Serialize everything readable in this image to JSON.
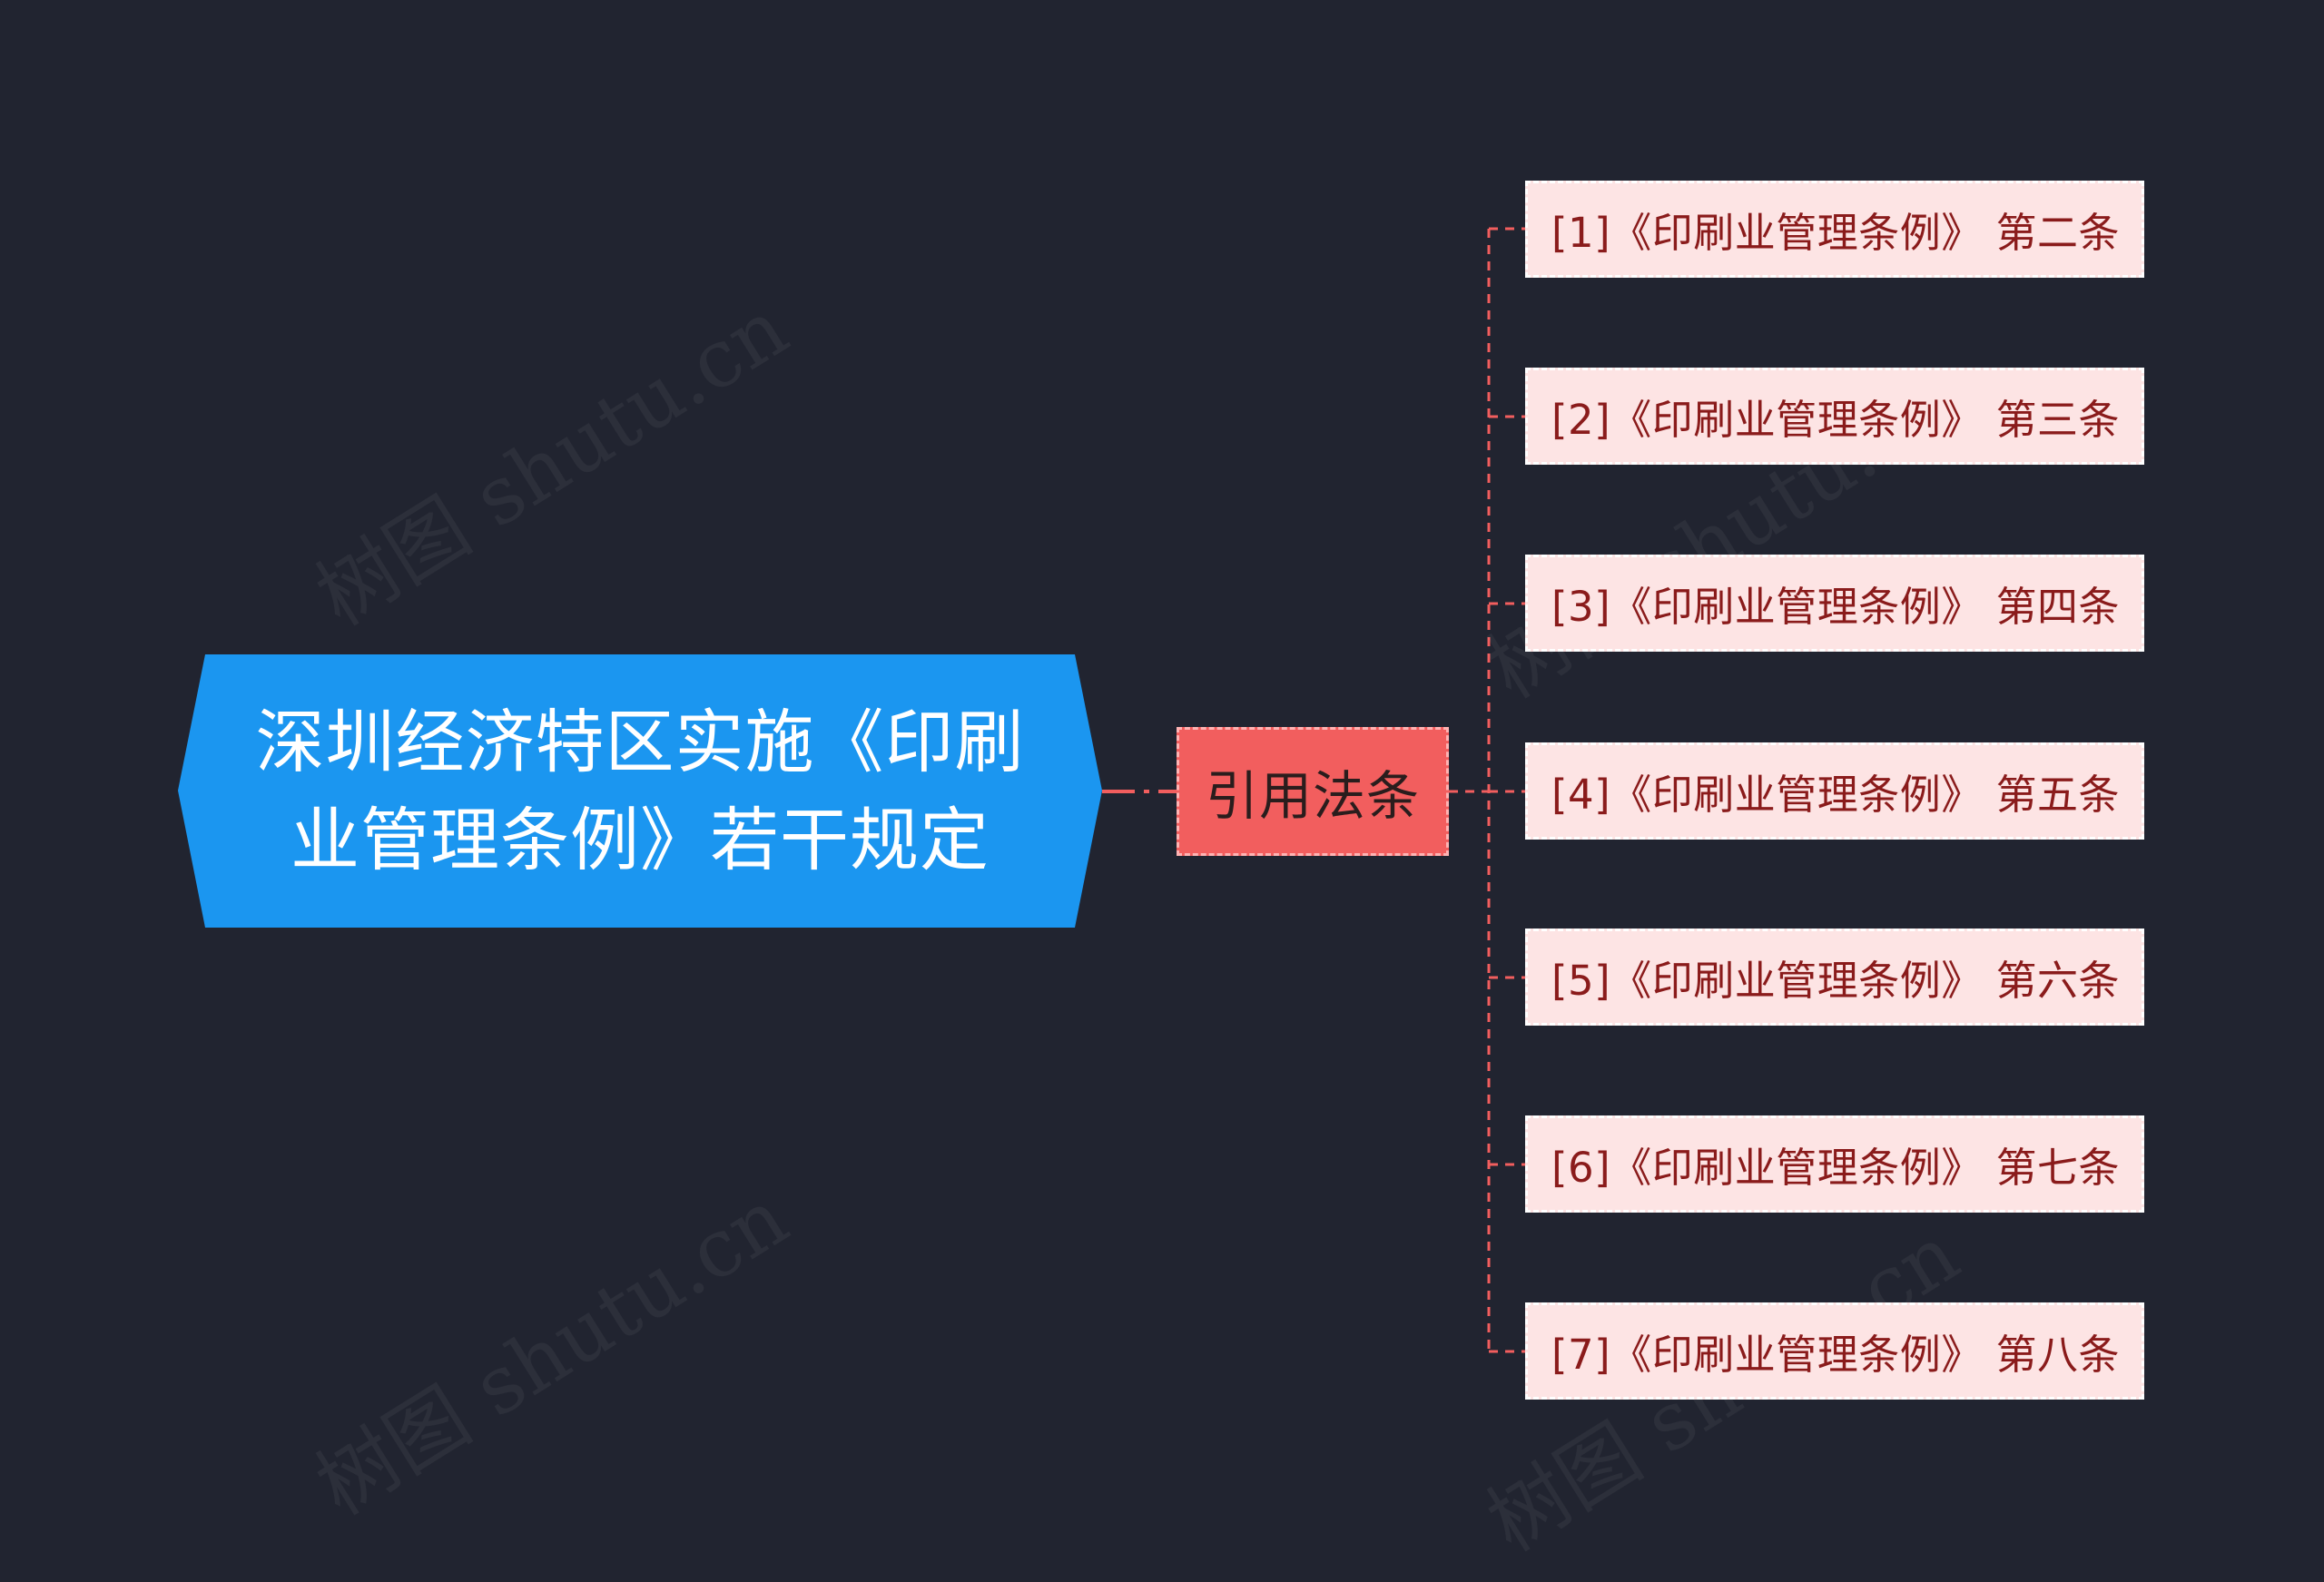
{
  "root": {
    "label": "深圳经济特区实施《印刷业管理条例》若干规定"
  },
  "branch": {
    "label": "引用法条"
  },
  "leaves": [
    "[1]《印刷业管理条例》 第二条",
    "[2]《印刷业管理条例》 第三条",
    "[3]《印刷业管理条例》 第四条",
    "[4]《印刷业管理条例》 第五条",
    "[5]《印刷业管理条例》 第六条",
    "[6]《印刷业管理条例》 第七条",
    "[7]《印刷业管理条例》 第八条"
  ],
  "watermark": "树图 shutu.cn",
  "colors": {
    "background": "#212430",
    "root_fill": "#1b96f0",
    "branch_fill": "#f25e5e",
    "leaf_fill": "#fde4e4",
    "leaf_text": "#8a1b1b",
    "connector": "#f25e5e"
  }
}
